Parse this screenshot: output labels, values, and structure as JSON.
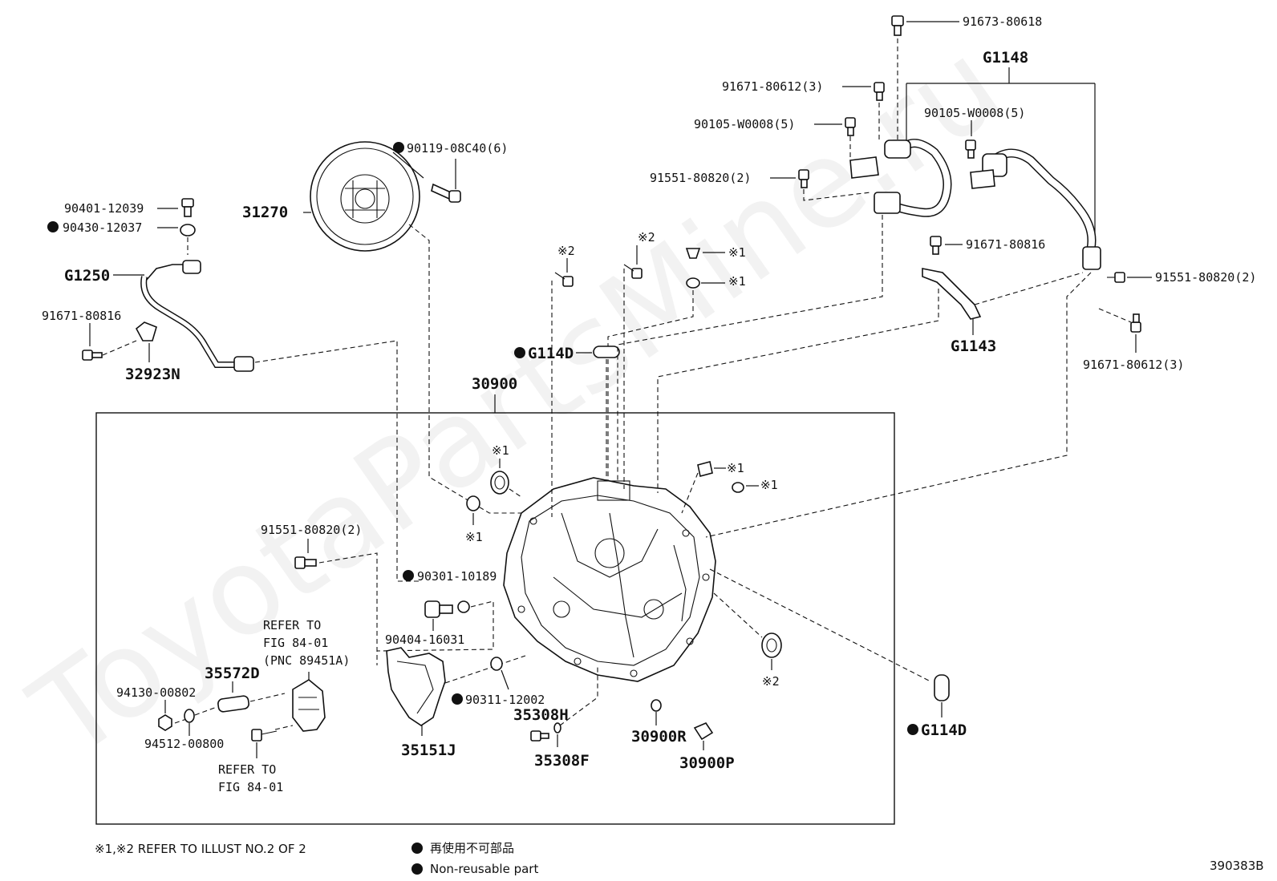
{
  "watermark": "ToyotaPartsMine.ru",
  "diagram_code": "390383B",
  "frame_label": "30900",
  "group_labels": {
    "g1148": "G1148",
    "g1143": "G1143",
    "g1250": "G1250",
    "g114d_top": "G114D",
    "g114d_right": "G114D"
  },
  "part_labels": {
    "p91673_80618": "91673-80618",
    "p91671_80612_a": "91671-80612(3)",
    "p90105_w0008_a": "90105-W0008(5)",
    "p90105_w0008_b": "90105-W0008(5)",
    "p91551_80820_a": "91551-80820(2)",
    "p91671_80816_a": "91671-80816",
    "p91551_80820_b": "91551-80820(2)",
    "p91671_80612_b": "91671-80612(3)",
    "p90119_08c40": "90119-08C40(6)",
    "p31270": "31270",
    "p90401_12039": "90401-12039",
    "p90430_12037": "90430-12037",
    "p91671_80816_b": "91671-80816",
    "p32923n": "32923N",
    "p91551_80820_c": "91551-80820(2)",
    "p90301_10189": "90301-10189",
    "p90404_16031": "90404-16031",
    "p35572d": "35572D",
    "p94130_00802": "94130-00802",
    "p94512_00800": "94512-00800",
    "p35151j": "35151J",
    "p90311_12002": "90311-12002",
    "p35308h": "35308H",
    "p35308f": "35308F",
    "p30900r": "30900R",
    "p30900p": "30900P"
  },
  "marks": {
    "m1": "※1",
    "m2": "※2"
  },
  "refer_a": {
    "line1": "REFER TO",
    "line2": "FIG 84-01",
    "line3": "(PNC 89451A)"
  },
  "refer_b": {
    "line1": "REFER TO",
    "line2": "FIG 84-01"
  },
  "footer": {
    "refer_note": "※1,※2 REFER TO ILLUST NO.2 OF 2",
    "legend_jp": "再使用不可部品",
    "legend_en": "Non-reusable part"
  }
}
